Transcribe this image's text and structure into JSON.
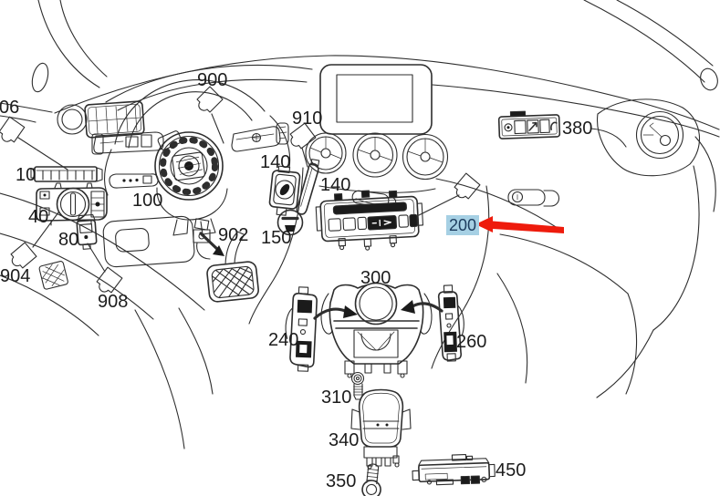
{
  "diagram": {
    "kind": "vehicle-dashboard-parts-diagram",
    "colors": {
      "background": "#ffffff",
      "line": "#2e2e2e",
      "red_arrow": "#ee1b0c",
      "highlight_bg": "#a6d0e4",
      "highlight_text": "#1d3c5e"
    },
    "callouts": {
      "c906": "06",
      "c10": "10",
      "c40": "40",
      "c80": "80",
      "c904": "904",
      "c908": "908",
      "c100": "100",
      "c900": "900",
      "c902": "902",
      "c150": "150",
      "c910": "910",
      "c140a": "140",
      "c140b": "140",
      "c300": "300",
      "c240": "240",
      "c260": "260",
      "c310": "310",
      "c340": "340",
      "c350": "350",
      "c450": "450",
      "c380": "380"
    },
    "highlighted_callout": {
      "label": "200"
    }
  }
}
